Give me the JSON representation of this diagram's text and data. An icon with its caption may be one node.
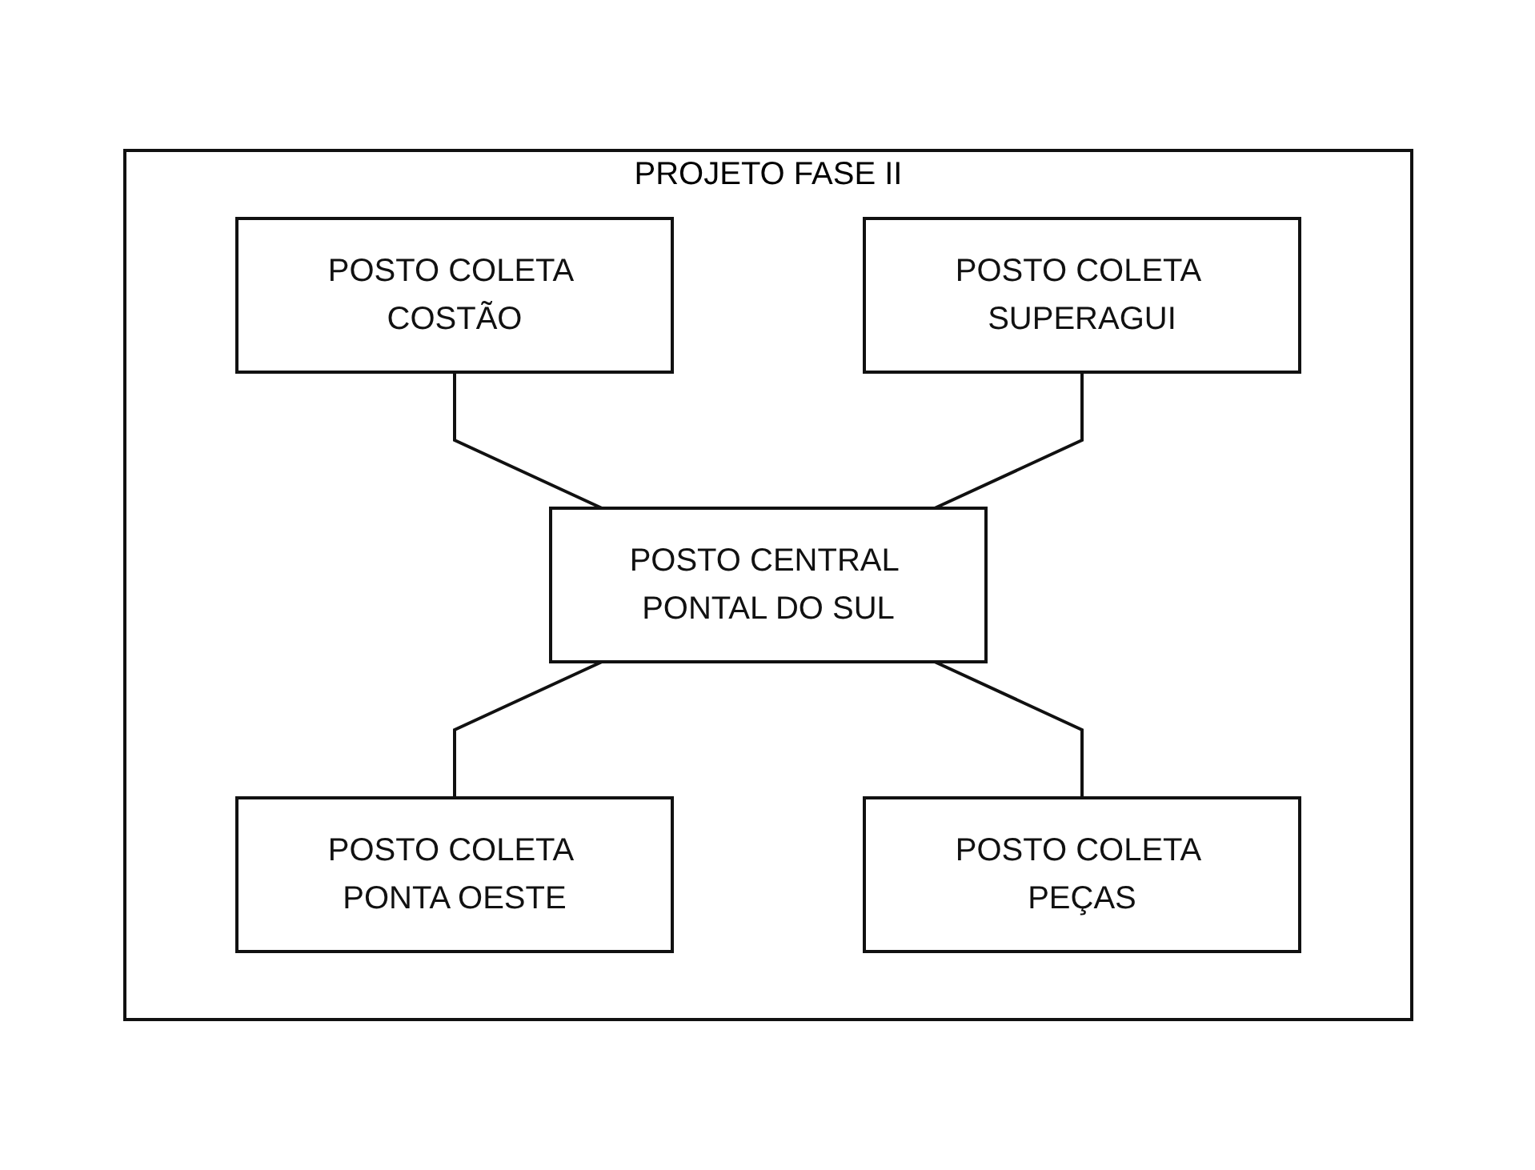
{
  "diagram": {
    "nodes": [
      {
        "text": [
          "PROJETO FASE II"
        ]
      },
      {
        "text": [
          "POSTO COLETA COSTÃO"
        ],
        "in": 0
      },
      {
        "text": [
          "POSTO COLETA SUPERAGUI"
        ],
        "in": 0
      },
      {
        "text": [
          "POSTO CENTRAL PONTAL DO SUL"
        ],
        "in": 0
      },
      {
        "text": [
          "POSTO COLETA PONTA OESTE"
        ],
        "in": 0
      },
      {
        "text": [
          "POSTO COLETA PEÇAS"
        ],
        "in": 0
      }
    ],
    "edges": [
      {
        "from": 1,
        "to": 3,
        "arrow": "none"
      },
      {
        "from": 2,
        "to": 3,
        "arrow": "none"
      },
      {
        "from": 3,
        "to": 4,
        "arrow": "none"
      },
      {
        "from": 3,
        "to": 5,
        "arrow": "none"
      }
    ]
  }
}
